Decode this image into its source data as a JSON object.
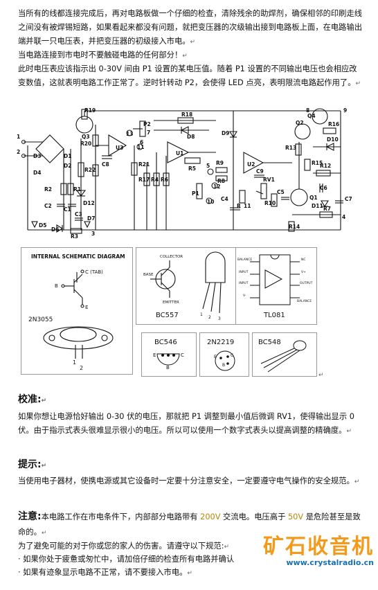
{
  "intro": {
    "p1": "当所有的线都连接完成后，再对电路板做一个仔细的检查，清除残余的助焊剂，确保相邻的印刷走线之间没有被焊锡短路，如果看起来都没有问题，就把变压器的次级输出接到电路板上面，在电路输出端并联一只电压表，并把变压器的初级接入市电。",
    "p2": "当电路连接到市电时不要触碰电路的任何部分！",
    "p3": "此时电压表应该指示出 0-30V 间由 P1 设置的某电压值。随着 P1 设置的不同输出电压也会相应改变数值，这就表明电路工作正常了。逆时针转动 P2，会使得 LED 点亮，表明限流电路起作用了。"
  },
  "schematic": {
    "labels": [
      "R19",
      "Q3",
      "R20",
      "R18",
      "D8",
      "D9",
      "Q4",
      "Q2",
      "R16",
      "R13",
      "D10",
      "R15",
      "P2",
      "U3",
      "U1",
      "13",
      "11",
      "C8",
      "R21",
      "R17",
      "R4",
      "R6",
      "R5",
      "U2",
      "R9",
      "R8",
      "P1",
      "12",
      "10",
      "C9",
      "RV1",
      "R12",
      "C6",
      "Q1",
      "R10",
      "C5",
      "C4",
      "R",
      "11",
      "D11",
      "C7",
      "R7",
      "R14",
      "R22",
      "D12",
      "R2",
      "R1",
      "C2",
      "C1",
      "C3",
      "R3",
      "D3",
      "D1",
      "D4",
      "D2",
      "D5",
      "D6",
      "D7",
      "1",
      "2",
      "3",
      "4",
      "5",
      "6",
      "7",
      "8",
      "9"
    ]
  },
  "packages": {
    "internal_title": "INTERNAL SCHEMATIC DIAGRAM",
    "pins_2n3055": [
      "C (TAB)",
      "B",
      "E"
    ],
    "name_2n3055": "2N3055",
    "bc557_pins": [
      "COLLECTOR",
      "BASE",
      "EMITTER"
    ],
    "bc557_name": "BC557",
    "tl081_name": "TL081",
    "tl081_pins": [
      "BALANCE",
      "INPUT",
      "INPUT",
      "V-",
      "BALANCE",
      "OUTPUT",
      "V+",
      "NC"
    ],
    "bc546": "BC546",
    "bc546_pins": [
      "E",
      "B",
      "C"
    ],
    "n2n2219": "2N2219",
    "n2n2219_pins": [
      "E",
      "B",
      "C"
    ],
    "bc548": "BC548"
  },
  "calibration": {
    "heading": "校准:",
    "body": "如果你想让电源恰好输出 0-30 伏的电压，那就把 P1 调整到最小值后微调 RV1，使得输出显示 0 伏。由于指示式表头很难显示很小的电压。所以可以使用一个数字式表头以提高调整的精确度。"
  },
  "tips": {
    "heading": "提示:",
    "body": "当使用电子器材，使携电源或其它设备时一定要十分注意安全，一定要遵守电气操作的安全规范。"
  },
  "notice": {
    "heading": "注意:",
    "body_a": "本电路工作在市电条件下，内部部分电路带有 ",
    "v200": "200V",
    "body_b": " 交流电。电压高于 ",
    "v50": "50V",
    "body_c": " 是危险甚至是致命的。",
    "line2": "为了避免可能的对于你或您的家人的伤害。请遵守以下规范:",
    "bullet1": "· 如果你处于疲惫或匆忙中，请加倍仔细的检查所有电路并确认",
    "bullet2": "· 如果有迹象显示电路不正常，请不要接入市电。"
  },
  "watermark": {
    "title": "矿石收音机",
    "url": "www.crystalradio.cn"
  }
}
